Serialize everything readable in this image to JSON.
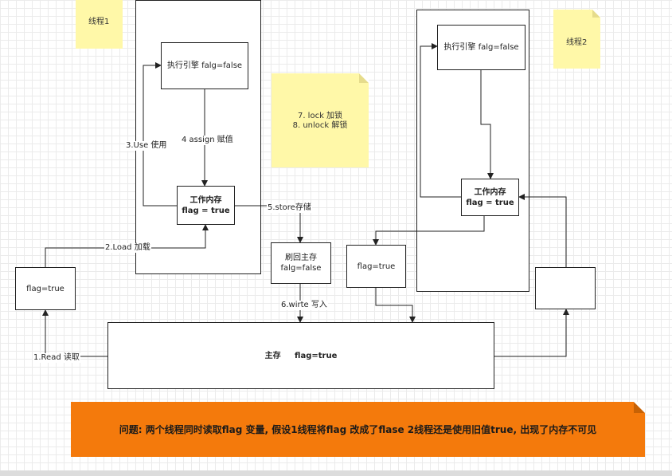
{
  "notes": {
    "thread1": "线程1",
    "thread2": "线程2",
    "lock_line1": "7. lock 加锁",
    "lock_line2": "8. unlock 解锁"
  },
  "thread1": {
    "engine": "执行引擎 falg=false",
    "work_memory_title": "工作内存",
    "work_memory_value": "flag = true"
  },
  "thread2": {
    "engine": "执行引擎 falg=false",
    "work_memory_title": "工作内存",
    "work_memory_value": "flag = true"
  },
  "boxes": {
    "left_copy": "flag=true",
    "mid_copy": "flag=true",
    "flush_title": "刷回主存",
    "flush_value": "falg=false",
    "main_memory": "主存     flag=true"
  },
  "edges": {
    "use": "3.Use 使用",
    "assign": "4 assign 赋值",
    "store": "5.store存储",
    "load": "2.Load 加载",
    "write": "6.wirte 写入",
    "read": "1.Read 读取"
  },
  "banner": "问题:  两个线程同时读取flag 变量, 假设1线程将flag 改成了flase   2线程还是使用旧值true, 出现了内存不可见",
  "colors": {
    "sticky": "#fff8a8",
    "banner": "#f47a0c"
  }
}
